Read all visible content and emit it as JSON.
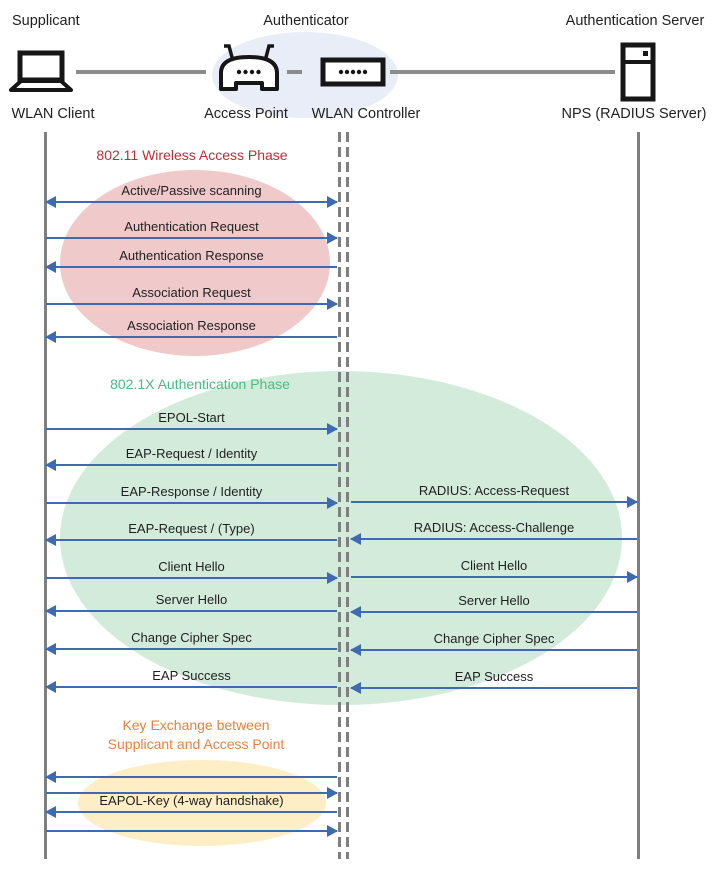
{
  "actors": {
    "supplicant": {
      "role": "Supplicant",
      "device": "WLAN Client"
    },
    "authenticator": {
      "role": "Authenticator",
      "access_point": "Access Point",
      "wlan_controller": "WLAN Controller"
    },
    "authentication_server": {
      "role": "Authentication Server",
      "device": "NPS (RADIUS Server)"
    }
  },
  "phases": [
    {
      "id": "802.11",
      "title": "802.11 Wireless Access Phase",
      "title_color": "#bb2f33",
      "ellipse_color": "#f0caca"
    },
    {
      "id": "802.1X",
      "title": "802.1X Authentication Phase",
      "title_color": "#48bd81",
      "ellipse_color": "#d3ebdb"
    },
    {
      "id": "key-exchange",
      "title_line1": "Key Exchange between",
      "title_line2": "Supplicant and Access Point",
      "title_color": "#e9823d",
      "ellipse_color": "#fdeec6"
    }
  ],
  "messages_client_authenticator": [
    {
      "label": "Active/Passive scanning",
      "direction": "both",
      "phase": "802.11"
    },
    {
      "label": "Authentication Request",
      "direction": "right",
      "phase": "802.11"
    },
    {
      "label": "Authentication Response",
      "direction": "left",
      "phase": "802.11"
    },
    {
      "label": "Association Request",
      "direction": "right",
      "phase": "802.11"
    },
    {
      "label": "Association Response",
      "direction": "left",
      "phase": "802.11"
    },
    {
      "label": "EPOL-Start",
      "direction": "right",
      "phase": "802.1X"
    },
    {
      "label": "EAP-Request / Identity",
      "direction": "left",
      "phase": "802.1X"
    },
    {
      "label": "EAP-Response / Identity",
      "direction": "right",
      "phase": "802.1X"
    },
    {
      "label": "EAP-Request / (Type)",
      "direction": "left",
      "phase": "802.1X"
    },
    {
      "label": "Client Hello",
      "direction": "right",
      "phase": "802.1X"
    },
    {
      "label": "Server Hello",
      "direction": "left",
      "phase": "802.1X"
    },
    {
      "label": "Change Cipher Spec",
      "direction": "left",
      "phase": "802.1X"
    },
    {
      "label": "EAP Success",
      "direction": "left",
      "phase": "802.1X"
    }
  ],
  "messages_controller_server": [
    {
      "label": "RADIUS: Access-Request",
      "direction": "right",
      "phase": "802.1X"
    },
    {
      "label": "RADIUS: Access-Challenge",
      "direction": "left",
      "phase": "802.1X"
    },
    {
      "label": "Client Hello",
      "direction": "right",
      "phase": "802.1X"
    },
    {
      "label": "Server Hello",
      "direction": "left",
      "phase": "802.1X"
    },
    {
      "label": "Change Cipher Spec",
      "direction": "left",
      "phase": "802.1X"
    },
    {
      "label": "EAP Success",
      "direction": "left",
      "phase": "802.1X"
    }
  ],
  "key_exchange": {
    "label": "EAPOL-Key (4-way handshake)",
    "arrows": [
      "left",
      "right",
      "left",
      "right"
    ]
  },
  "colors": {
    "arrow": "#3e6ab2",
    "lifeline": "#7f7f7f",
    "connector": "#8c8c8c",
    "pink_ellipse": "#f0caca",
    "green_ellipse": "#d3ebdb",
    "yellow_ellipse": "#fdeec6",
    "blue_ellipse": "#e9edf8",
    "red_title": "#bb2f33",
    "green_title": "#48bd81",
    "orange_title": "#e9823d"
  }
}
